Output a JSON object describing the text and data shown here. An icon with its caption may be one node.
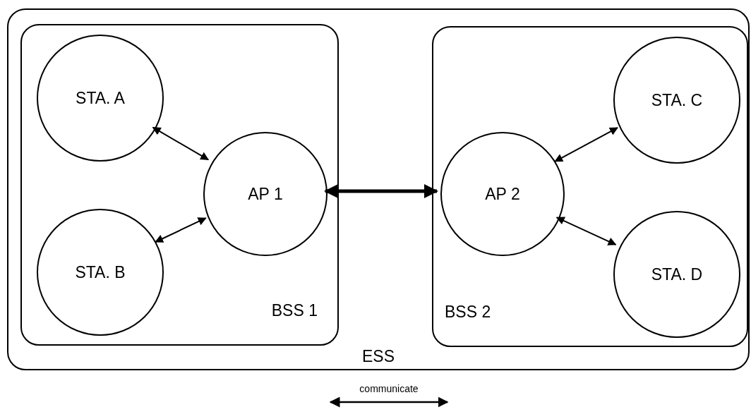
{
  "diagram": {
    "nodes": [
      {
        "text": [
          "ESS"
        ]
      },
      {
        "text": [
          "BSS 1"
        ],
        "in": 0
      },
      {
        "text": [
          "STA. A"
        ],
        "in": 1
      },
      {
        "text": [
          "STA. B"
        ],
        "in": 1
      },
      {
        "text": [
          "AP 1"
        ],
        "in": 1
      },
      {
        "text": [
          "BSS 2"
        ],
        "in": 0
      },
      {
        "text": [
          "AP 2"
        ],
        "in": 5
      },
      {
        "text": [
          "STA. C"
        ],
        "in": 5
      },
      {
        "text": [
          "STA. D"
        ],
        "in": 5
      }
    ],
    "edges": [
      {
        "from": 2,
        "to": 4,
        "arrow": "both"
      },
      {
        "from": 3,
        "to": 4,
        "arrow": "both"
      },
      {
        "from": 4,
        "to": 6,
        "arrow": "both",
        "style": "thick"
      },
      {
        "from": 6,
        "to": 7,
        "arrow": "both"
      },
      {
        "from": 6,
        "to": 8,
        "arrow": "both"
      }
    ],
    "legend": [
      {
        "text": "communicate"
      }
    ]
  }
}
